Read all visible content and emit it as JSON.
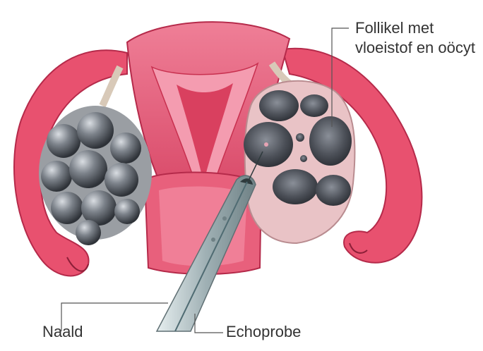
{
  "labels": {
    "follicle_line1": "Follikel met",
    "follicle_line2": "vloeistof en oöcyt",
    "needle": "Naald",
    "probe": "Echoprobe"
  },
  "colors": {
    "tissue_pink": "#e8516f",
    "tissue_light": "#f08aa0",
    "tissue_dark": "#c8304f",
    "ovary_left": "#9a9ea3",
    "ovary_right_wall": "#e9c3c6",
    "follicle_cavity": "#4b4f58",
    "probe_metal": "#b9c6c9",
    "leader_line": "#555555"
  }
}
